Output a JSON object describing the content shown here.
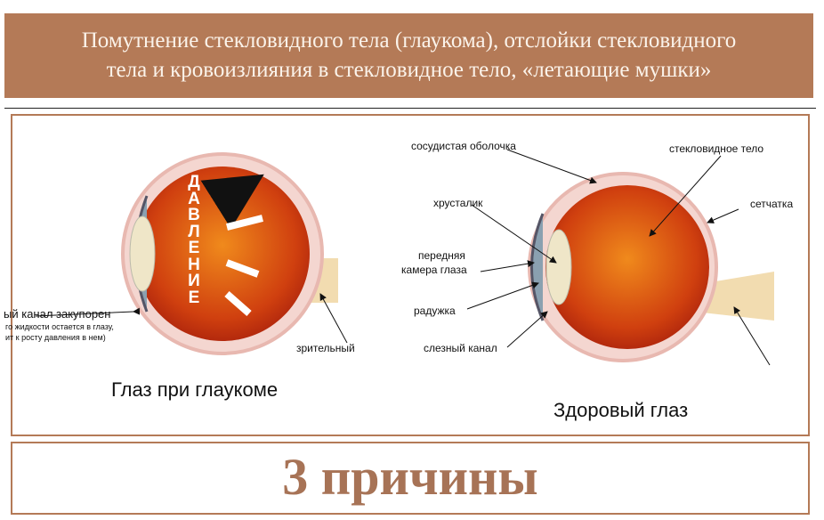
{
  "header": {
    "line1": "Помутнение стекловидного тела (глаукома), отслойки стекловидного",
    "line2": "тела и кровоизлияния в стекловидное тело, «летающие мушки»"
  },
  "left_eye": {
    "caption": "Глаз при глаукоме",
    "pressure_word": "ДАВЛЕНИЕ",
    "label_canal": "ый канал закупорен",
    "label_canal_note1": "го жидкости остается в глазу,",
    "label_canal_note2": "ит к росту давления в нем)",
    "label_nerve": "зрительный"
  },
  "right_eye": {
    "caption": "Здоровый глаз",
    "labels": {
      "choroid": "сосудистая оболочка",
      "vitreous": "стекловидное тело",
      "lens": "хрусталик",
      "retina": "сетчатка",
      "anterior1": "передняя",
      "anterior2": "камера глаза",
      "iris": "радужка",
      "canal": "слезный канал"
    }
  },
  "footer": {
    "title": "3 причины"
  }
}
